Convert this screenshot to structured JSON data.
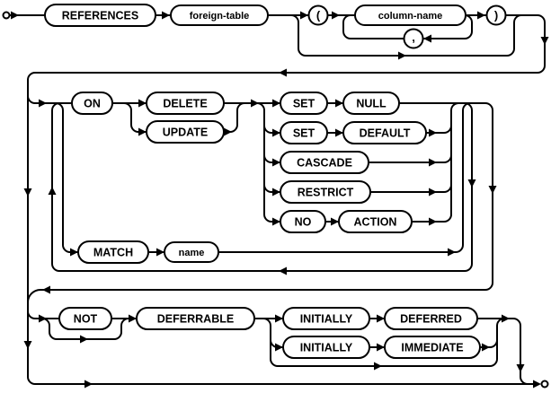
{
  "diagram": {
    "kind": "railroad-syntax-diagram",
    "colors": {
      "line": "#000000",
      "background": "#ffffff",
      "node_fill": "#ffffff",
      "text": "#000000"
    },
    "nodes": {
      "references": {
        "label": "REFERENCES"
      },
      "foreign_table": {
        "label": "foreign-table"
      },
      "open_paren": {
        "label": "("
      },
      "column_name": {
        "label": "column-name"
      },
      "comma": {
        "label": ","
      },
      "close_paren": {
        "label": ")"
      },
      "on": {
        "label": "ON"
      },
      "delete": {
        "label": "DELETE"
      },
      "update": {
        "label": "UPDATE"
      },
      "set1": {
        "label": "SET"
      },
      "null": {
        "label": "NULL"
      },
      "set2": {
        "label": "SET"
      },
      "default": {
        "label": "DEFAULT"
      },
      "cascade": {
        "label": "CASCADE"
      },
      "restrict": {
        "label": "RESTRICT"
      },
      "no": {
        "label": "NO"
      },
      "action": {
        "label": "ACTION"
      },
      "match": {
        "label": "MATCH"
      },
      "name": {
        "label": "name"
      },
      "not": {
        "label": "NOT"
      },
      "deferrable": {
        "label": "DEFERRABLE"
      },
      "initially1": {
        "label": "INITIALLY"
      },
      "deferred": {
        "label": "DEFERRED"
      },
      "initially2": {
        "label": "INITIALLY"
      },
      "immediate": {
        "label": "IMMEDIATE"
      }
    }
  }
}
